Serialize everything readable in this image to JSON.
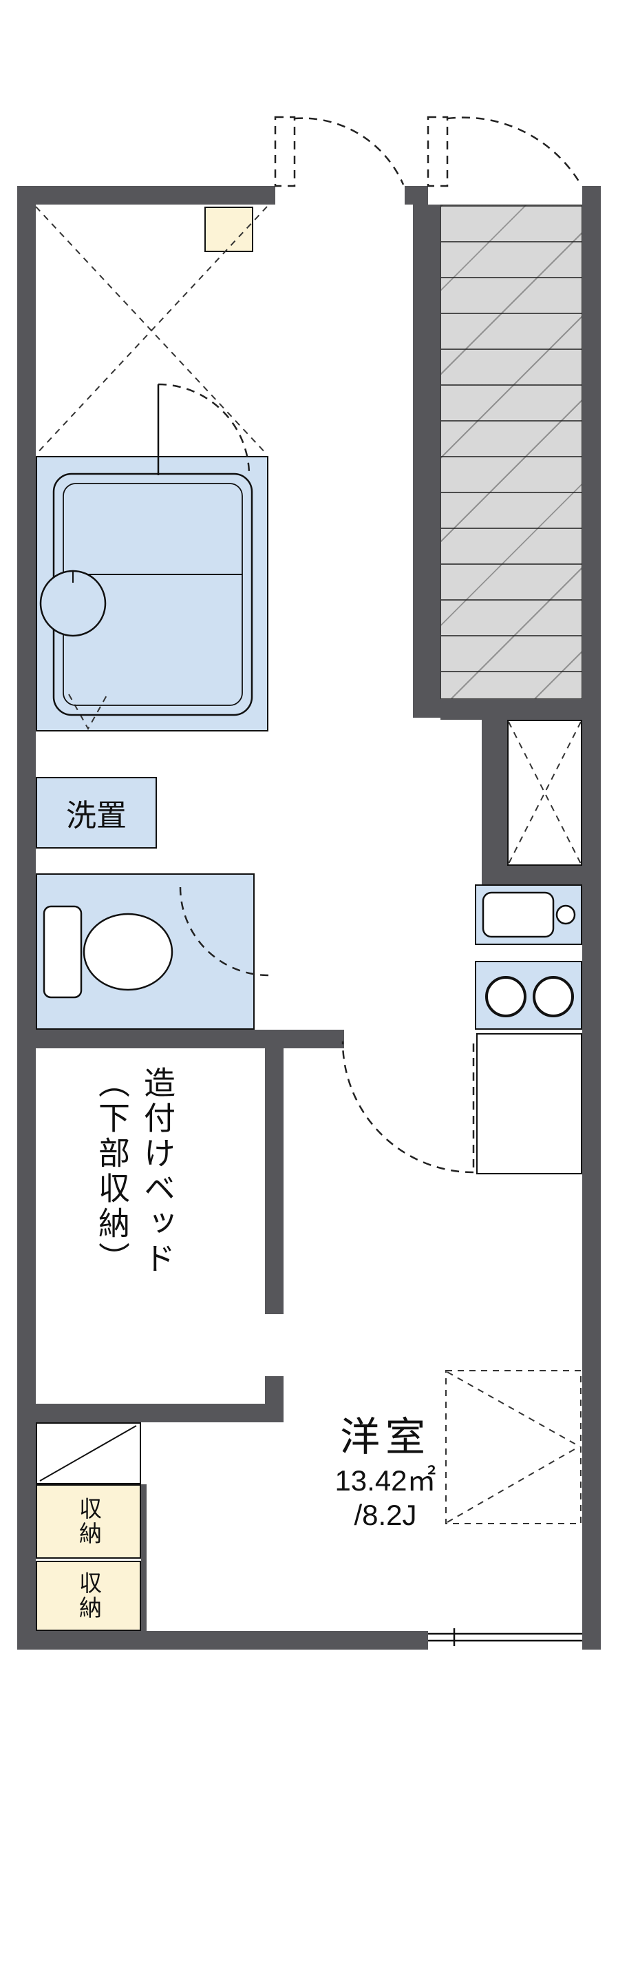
{
  "floor_plan": {
    "labels": {
      "laundry": "洗置",
      "bed_closet": "造付けベッド\n（下部収納）",
      "room_name": "洋室",
      "room_area_m2": "13.42㎡",
      "room_area_jo": "/8.2J",
      "storage_1": "収納",
      "storage_2": "収納"
    },
    "colors": {
      "wall": "#56565a",
      "wet_area_fill": "#cfe0f2",
      "storage_fill": "#fcf3d6",
      "stair_fill": "#d8d8d8",
      "line": "#111111",
      "background": "#ffffff"
    },
    "fixtures": {
      "bath": "bathtub-and-washbasin",
      "toilet": "toilet",
      "kitchen": "sink-and-two-burner-stove",
      "stairs": "staircase",
      "entrance": "double-outswing-doors"
    }
  }
}
